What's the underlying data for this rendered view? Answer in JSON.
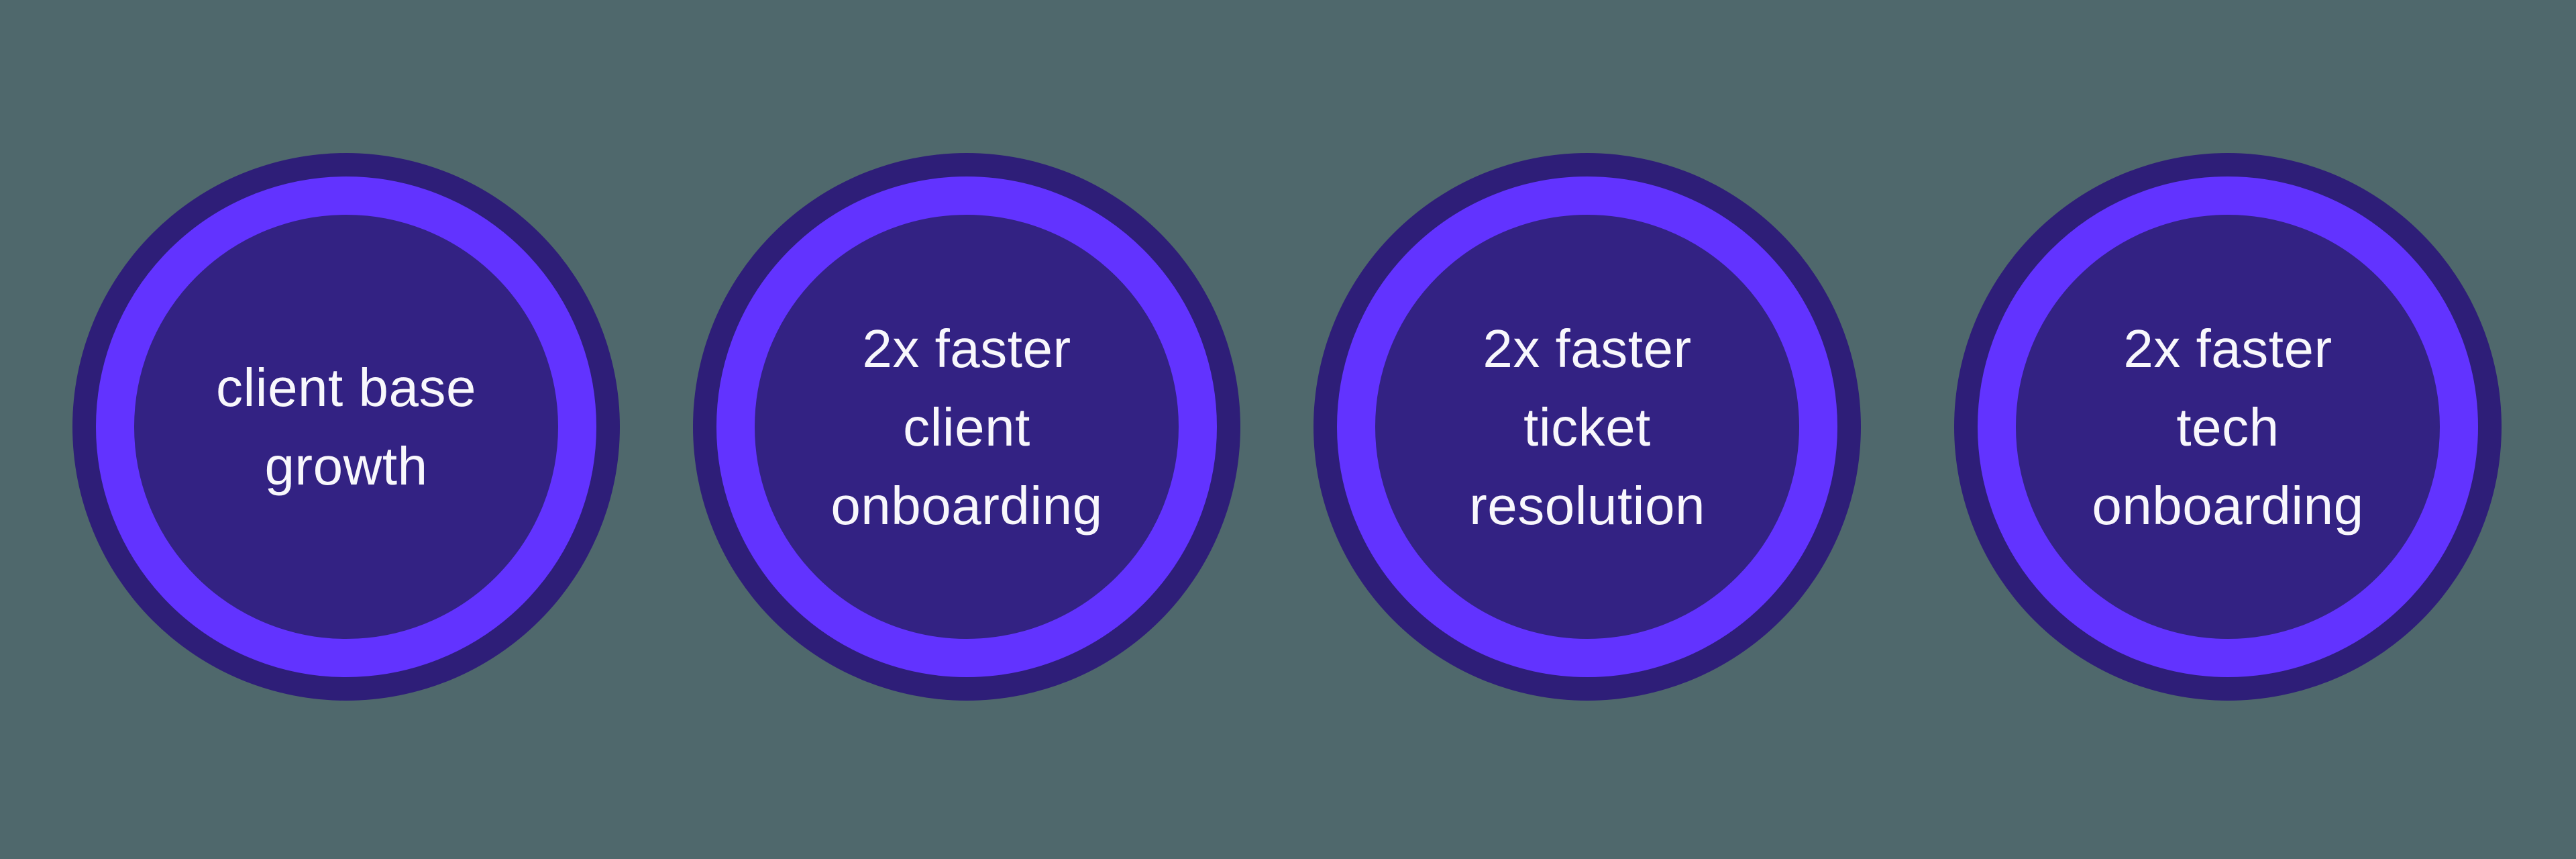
{
  "background_color": "#4F686C",
  "diagram": {
    "type": "stat-circles-infographic",
    "colors": {
      "outer_ring": "#2E1E78",
      "accent_ring": "#6233FF",
      "inner_circle": "#332283",
      "text": "#F8F7FC"
    },
    "circles": [
      {
        "label": "client base growth",
        "lines": [
          "client base",
          "growth"
        ]
      },
      {
        "label": "2x faster client onboarding",
        "lines": [
          "2x faster",
          "client",
          "onboarding"
        ]
      },
      {
        "label": "2x faster ticket resolution",
        "lines": [
          "2x faster",
          "ticket",
          "resolution"
        ]
      },
      {
        "label": "2x faster tech onboarding",
        "lines": [
          "2x faster",
          "tech",
          "onboarding"
        ]
      }
    ]
  }
}
